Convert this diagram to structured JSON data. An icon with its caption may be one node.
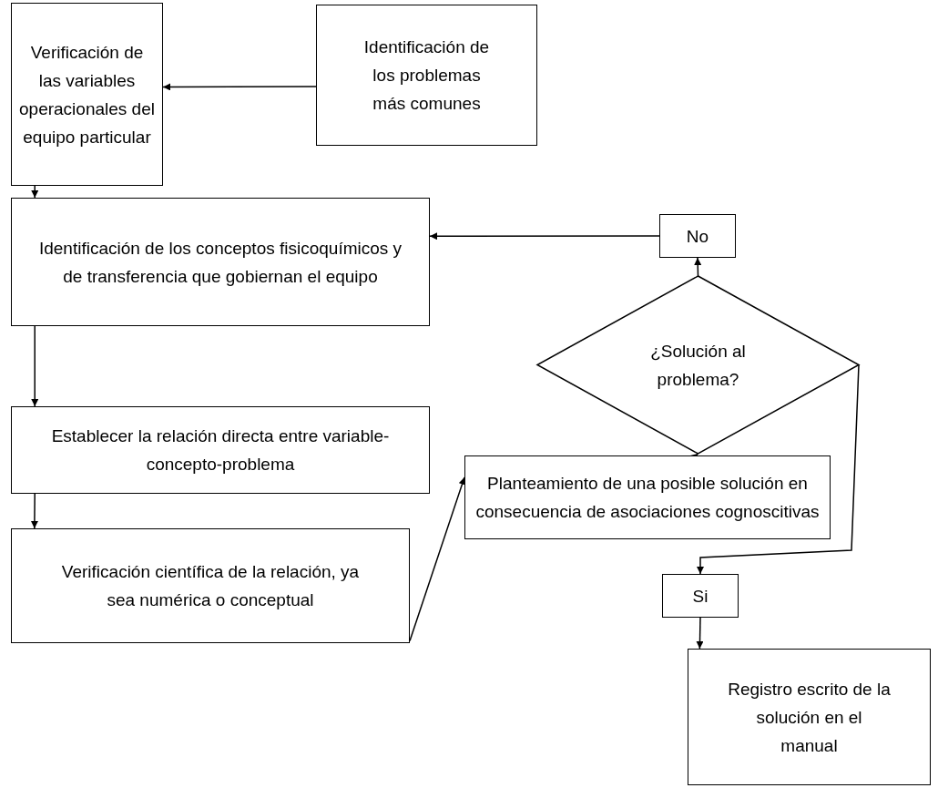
{
  "diagram": {
    "nodes": [
      {
        "text": [
          "Verificación de las variables operacionales del equipo particular"
        ]
      },
      {
        "text": [
          "Identificación de los problemas más comunes"
        ]
      },
      {
        "text": [
          "Identificación de los conceptos fisicoquímicos y de transferencia que gobiernan el equipo"
        ]
      },
      {
        "text": [
          "No"
        ]
      },
      {
        "text": [
          "¿Solución al problema?"
        ]
      },
      {
        "text": [
          "Establecer la relación directa entre variable-concepto-problema"
        ]
      },
      {
        "text": [
          "Planteamiento de una posible solución en consecuencia de asociaciones cognoscitivas"
        ]
      },
      {
        "text": [
          "Verificación científica de la relación, ya sea numérica o conceptual"
        ]
      },
      {
        "text": [
          "Si"
        ]
      },
      {
        "text": [
          "Registro escrito de la solución en el manual"
        ]
      }
    ],
    "edges": [
      {
        "from": 1,
        "to": 0,
        "arrow": "to"
      },
      {
        "from": 0,
        "to": 2,
        "arrow": "to"
      },
      {
        "from": 2,
        "to": 5,
        "arrow": "to"
      },
      {
        "from": 5,
        "to": 7,
        "arrow": "to"
      },
      {
        "from": 7,
        "to": 6,
        "arrow": "to"
      },
      {
        "from": 6,
        "to": 4,
        "arrow": "to"
      },
      {
        "from": 4,
        "to": 3,
        "arrow": "to"
      },
      {
        "from": 3,
        "to": 2,
        "arrow": "to"
      },
      {
        "from": 4,
        "to": 8,
        "arrow": "to"
      },
      {
        "from": 8,
        "to": 9,
        "arrow": "to"
      }
    ]
  }
}
